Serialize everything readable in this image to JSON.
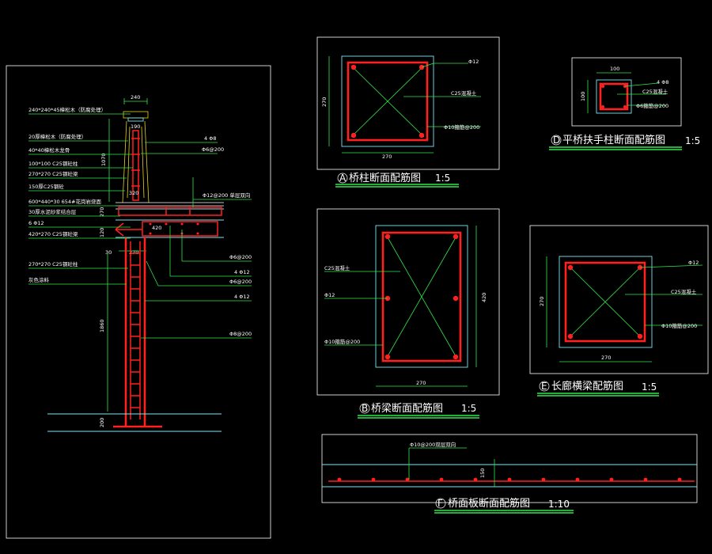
{
  "elevation": {
    "top_width": "240",
    "cap_dim": "190",
    "dim_1070": "1070",
    "dim_320": "320",
    "dim_270": "270",
    "dim_420": "420",
    "dim_120": "120",
    "dim_30": "30",
    "dim_270b": "270",
    "dim_1860": "1860",
    "dim_200": "200",
    "labels_left": [
      "240*240*45樟松木（防腐处理）",
      "20厚樟松木（防腐处理）",
      "40*40樟松木龙骨",
      "100*100 C25钢砼柱",
      "270*270 C25钢砼梁",
      "150厚C25钢砼",
      "600*440*30 654#花岗岩烧面",
      "30厚水泥砂浆结合层",
      "6 Φ12",
      "420*270 C25钢砼梁",
      "270*270 C25钢砼柱",
      "灰色涂料"
    ],
    "labels_right": [
      "4 Φ8",
      "Φ6@200",
      "Φ12@200 单层双向",
      "Φ6@200",
      "4 Φ12",
      "Φ6@200",
      "4 Φ12",
      "Φ8@200"
    ]
  },
  "section_a": {
    "title": "A桥柱断面配筋图",
    "scale": "1:5",
    "circle_letter": "A",
    "title_text": "桥柱断面配筋图",
    "dim_w": "270",
    "dim_h": "270",
    "label_bar": "Φ12",
    "label_concrete": "C25混凝土",
    "label_stirrup": "Φ10箍筋@200"
  },
  "section_b": {
    "circle_letter": "B",
    "title_text": "桥梁断面配筋图",
    "scale": "1:5",
    "dim_w": "270",
    "dim_h": "420",
    "label_concrete": "C25混凝土",
    "label_bar": "Φ12",
    "label_stirrup": "Φ10箍筋@200"
  },
  "section_d": {
    "circle_letter": "D",
    "title_text": "平桥扶手柱断面配筋图",
    "scale": "1:5",
    "dim_w": "100",
    "dim_h": "100",
    "label_bar": "4 Φ8",
    "label_concrete": "C25混凝土",
    "label_stirrup": "Φ6箍筋@200"
  },
  "section_e": {
    "circle_letter": "E",
    "title_text": "长廊横梁配筋图",
    "scale": "1:5",
    "dim_w": "270",
    "dim_h": "270",
    "label_bar": "Φ12",
    "label_concrete": "C25混凝土",
    "label_stirrup": "Φ10箍筋@200"
  },
  "section_f": {
    "circle_letter": "F",
    "title_text": "桥面板断面配筋图",
    "scale": "1:10",
    "label_bar": "Φ10@200双层双向",
    "dim_h": "150"
  },
  "colors": {
    "background": "#000000",
    "rebar": "#ff2020",
    "concrete_outline": "#7fe3f2",
    "leader": "#2ee84b",
    "frame": "#ffffff"
  }
}
